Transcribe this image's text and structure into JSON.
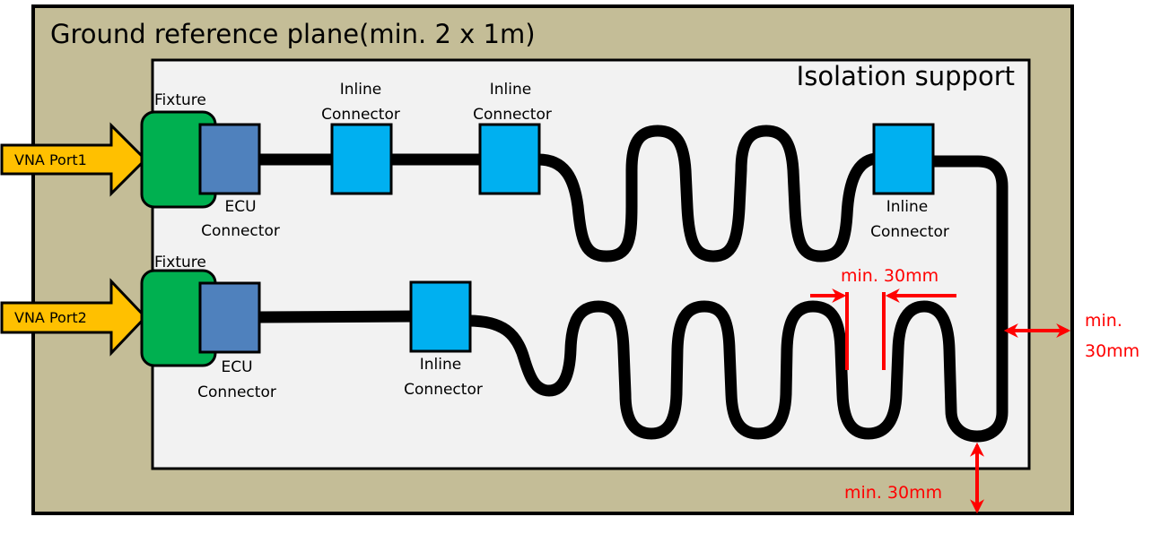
{
  "colors": {
    "ground_plane": "#C4BD97",
    "isolation_support": "#F2F2F2",
    "fixture": "#00B050",
    "ecu_connector": "#4F81BD",
    "inline_connector": "#00B0F0",
    "vna_arrow": "#FFC000",
    "cable": "#000000",
    "dimension": "#FF0000"
  },
  "ground_plane": {
    "label": "Ground reference plane(min. 2 x 1m)"
  },
  "isolation_support": {
    "label": "Isolation support"
  },
  "ports": [
    {
      "arrow_label": "VNA Port1",
      "fixture_label": "Fixture",
      "ecu_label_line1": "ECU",
      "ecu_label_line2": "Connector",
      "inline_connectors": [
        {
          "line1": "Inline",
          "line2": "Connector"
        },
        {
          "line1": "Inline",
          "line2": "Connector"
        },
        {
          "line1": "Inline",
          "line2": "Connector"
        }
      ]
    },
    {
      "arrow_label": "VNA Port2",
      "fixture_label": "Fixture",
      "ecu_label_line1": "ECU",
      "ecu_label_line2": "Connector",
      "inline_connectors": [
        {
          "line1": "Inline",
          "line2": "Connector"
        }
      ]
    }
  ],
  "dimensions": {
    "loop_spacing": "min. 30mm",
    "side_clearance_line1": "min.",
    "side_clearance_line2": "30mm",
    "bottom_clearance": "min. 30mm"
  }
}
